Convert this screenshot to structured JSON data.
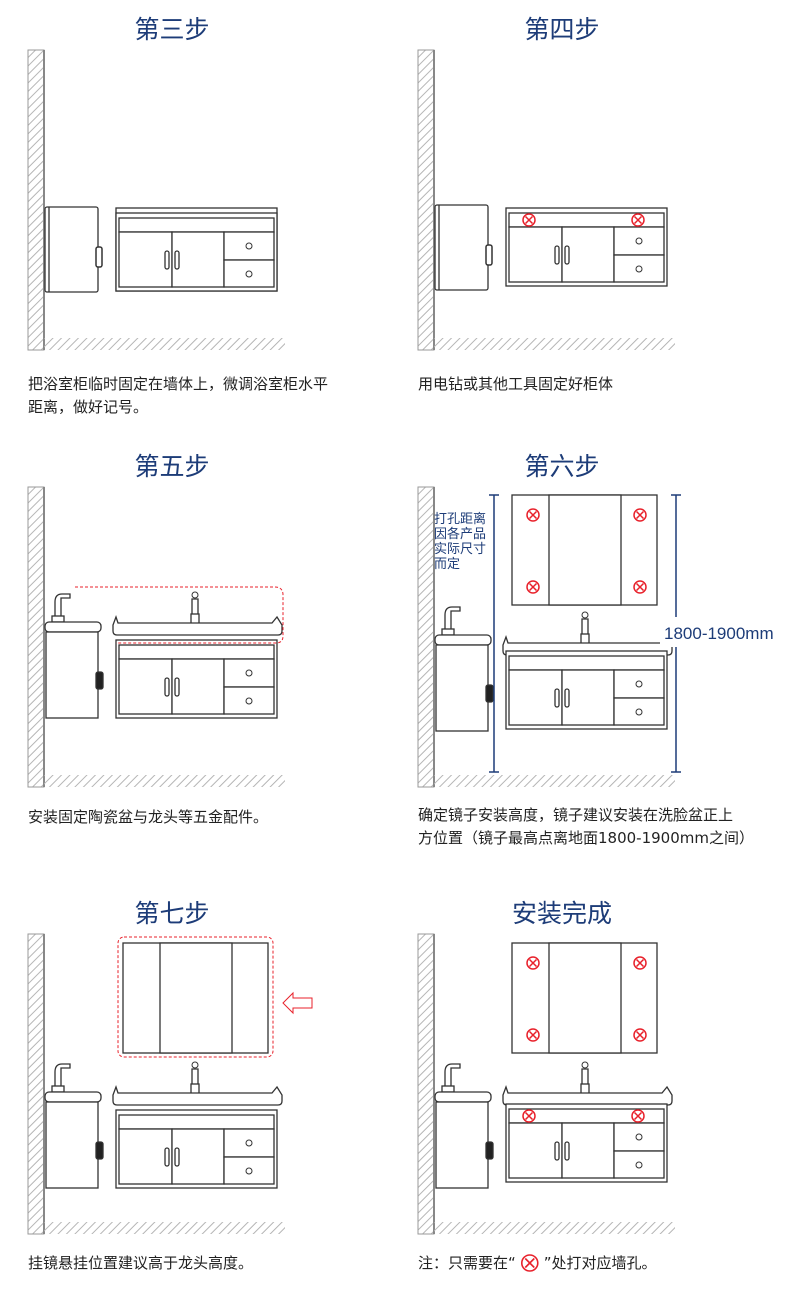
{
  "colors": {
    "title": "#1d3c78",
    "line": "#333333",
    "mark": "#e8212b",
    "dimension": "#1d3c78",
    "hatch": "#b5b5b5"
  },
  "steps": [
    {
      "title": "第三步",
      "caption": [
        "把浴室柜临时固定在墙体上，微调浴室柜水平",
        "距离，做好记号。"
      ]
    },
    {
      "title": "第四步",
      "caption": [
        "用电钻或其他工具固定好柜体"
      ]
    },
    {
      "title": "第五步",
      "caption": [
        "安装固定陶瓷盆与龙头等五金配件。"
      ]
    },
    {
      "title": "第六步",
      "caption": [
        "确定镜子安装高度，镜子建议安装在洗脸盆正上",
        "方位置（镜子最高点离地面1800-1900mm之间）"
      ],
      "note": [
        "打孔距离",
        "因各产品",
        "实际尺寸",
        "而定"
      ],
      "dimension": "1800-1900mm"
    },
    {
      "title": "第七步",
      "caption": [
        "挂镜悬挂位置建议高于龙头高度。"
      ]
    },
    {
      "title": "安装完成",
      "caption_parts": [
        "注：只需要在“",
        "”处打对应墙孔。"
      ]
    }
  ]
}
